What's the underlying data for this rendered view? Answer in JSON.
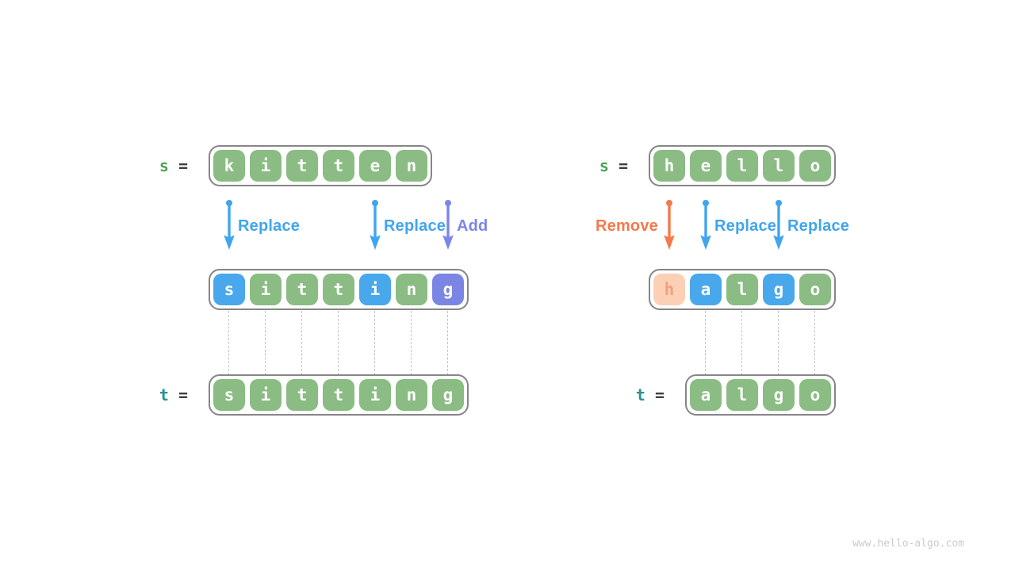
{
  "watermark": "www.hello-algo.com",
  "palette": {
    "cell_green": "#8abc83",
    "cell_blue": "#49a7ec",
    "cell_purple": "#7b86e4",
    "cell_peach_bg": "#fbd0b5",
    "cell_peach_text": "#f2a081",
    "cell_letter_white": "#ffffff",
    "var_s_color": "#4ca454",
    "var_t_color": "#2d9093",
    "equals_color": "#3f3f3f",
    "op_replace_color": "#41a5ee",
    "op_add_color": "#7d85e8",
    "op_remove_color": "#f4794b",
    "frame_border": "#868686",
    "link_line": "#c2c2c2",
    "watermark_color": "#cbcbcb"
  },
  "diagrams": [
    {
      "name": "edit-distance-kitten-to-sitting",
      "source": {
        "var": "s",
        "equals": "=",
        "letters": [
          "k",
          "i",
          "t",
          "t",
          "e",
          "n"
        ],
        "colors": [
          "green",
          "green",
          "green",
          "green",
          "green",
          "green"
        ]
      },
      "operations": [
        {
          "label": "Replace",
          "kind": "replace",
          "column": 0,
          "label_side": "right"
        },
        {
          "label": "Replace",
          "kind": "replace",
          "column": 4,
          "label_side": "right"
        },
        {
          "label": "Add",
          "kind": "add",
          "column": 6,
          "label_side": "right"
        }
      ],
      "intermediate": {
        "letters": [
          "s",
          "i",
          "t",
          "t",
          "i",
          "n",
          "g"
        ],
        "colors": [
          "blue",
          "green",
          "green",
          "green",
          "blue",
          "green",
          "purple"
        ]
      },
      "link_columns": [
        0,
        1,
        2,
        3,
        4,
        5,
        6
      ],
      "target": {
        "var": "t",
        "equals": "=",
        "letters": [
          "s",
          "i",
          "t",
          "t",
          "i",
          "n",
          "g"
        ],
        "colors": [
          "green",
          "green",
          "green",
          "green",
          "green",
          "green",
          "green"
        ],
        "column_offset": 0
      }
    },
    {
      "name": "edit-distance-hello-to-algo",
      "source": {
        "var": "s",
        "equals": "=",
        "letters": [
          "h",
          "e",
          "l",
          "l",
          "o"
        ],
        "colors": [
          "green",
          "green",
          "green",
          "green",
          "green"
        ]
      },
      "operations": [
        {
          "label": "Remove",
          "kind": "remove",
          "column": 0,
          "label_side": "left"
        },
        {
          "label": "Replace",
          "kind": "replace",
          "column": 1,
          "label_side": "right"
        },
        {
          "label": "Replace",
          "kind": "replace",
          "column": 3,
          "label_side": "right"
        }
      ],
      "intermediate": {
        "letters": [
          "h",
          "a",
          "l",
          "g",
          "o"
        ],
        "colors": [
          "peach",
          "blue",
          "green",
          "blue",
          "green"
        ]
      },
      "link_columns": [
        1,
        2,
        3,
        4
      ],
      "target": {
        "var": "t",
        "equals": "=",
        "letters": [
          "a",
          "l",
          "g",
          "o"
        ],
        "colors": [
          "green",
          "green",
          "green",
          "green"
        ],
        "column_offset": 1
      }
    }
  ]
}
